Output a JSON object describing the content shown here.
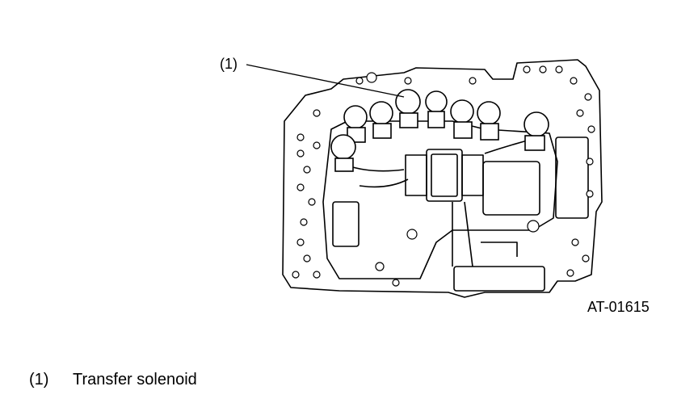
{
  "figure": {
    "callout": "(1)",
    "figure_id": "AT-01615"
  },
  "legend": {
    "items": [
      {
        "number": "(1)",
        "label": "Transfer solenoid"
      }
    ]
  }
}
